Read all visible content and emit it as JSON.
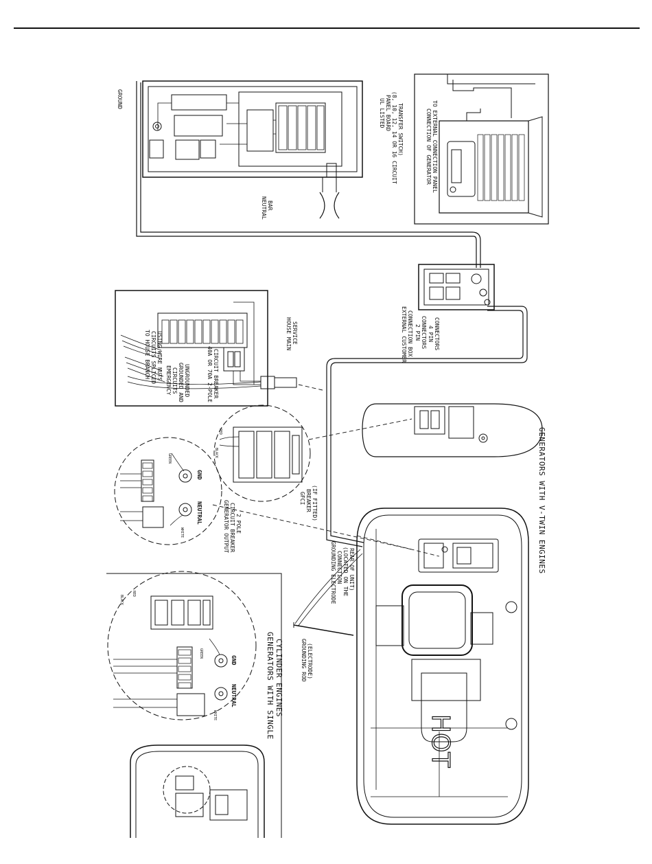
{
  "labels": {
    "ground": "GROUND",
    "ul_listed": "UL LISTED",
    "panel_board": "PANEL BOARD",
    "circuits": "(8, 10, 12, 14 OR 16 CIRCUIT",
    "transfer_switch": "TRANSFER SWITCH)",
    "neutral_bar_1": "NEUTRAL",
    "neutral_bar_2": "BAR",
    "connection_panel_1": "CONNECTION OF GENERATOR",
    "connection_panel_2": "TO EXTERNAL CONNECTION PANEL",
    "house_main_1": "HOUSE MAIN",
    "house_main_2": "SERVICE",
    "branch_1": "TO HOUSE BRANCH",
    "branch_2": "CIRCUITS SPLICED",
    "branch_3": "USING WIRE NUTS",
    "breaker_1": "40A OR 70A 2-POLE",
    "breaker_2": "CIRCUIT BREAKER",
    "emergency_1": "EMERGENCY",
    "emergency_2": "CIRCUITS",
    "emergency_3": "GROUNDED AND",
    "emergency_4": "UNGROUNDED",
    "ext_box_1": "EXTERNAL CUSTOMER",
    "ext_box_2": "CONNECTION BOX",
    "pin2_1": "2 PIN",
    "pin2_2": "CONNECTORS",
    "pin4_1": "4 PIN",
    "pin4_2": "CONNECTORS",
    "gfci_1": "GFCI",
    "gfci_2": "BREAKER",
    "gfci_3": "(IF FITTED)",
    "gen_out_1": "GENERATOR OUTPUT",
    "gen_out_2": "CIRCUIT BREAKER",
    "gen_out_3": "2 POLE",
    "black": "BLACK",
    "red": "RED",
    "white": "WHITE",
    "green": "GREEN",
    "gnd": "GND",
    "neutral": "NEUTRAL",
    "ground_elec_1": "GROUNDING ELECTRODE",
    "ground_elec_2": "CONNECTION",
    "ground_elec_3": "(LOCATED ON THE",
    "ground_elec_4": "REAR OF UNIT)",
    "rod_1": "GROUNDING ROD",
    "rod_2": "(ELECTRODE)",
    "single_1": "GENERATORS WITH SINGLE",
    "single_2": "CYLINDER ENGINES",
    "vtwin": "GENERATORS WITH V-TWIN ENGINES",
    "hot": "HOT"
  }
}
